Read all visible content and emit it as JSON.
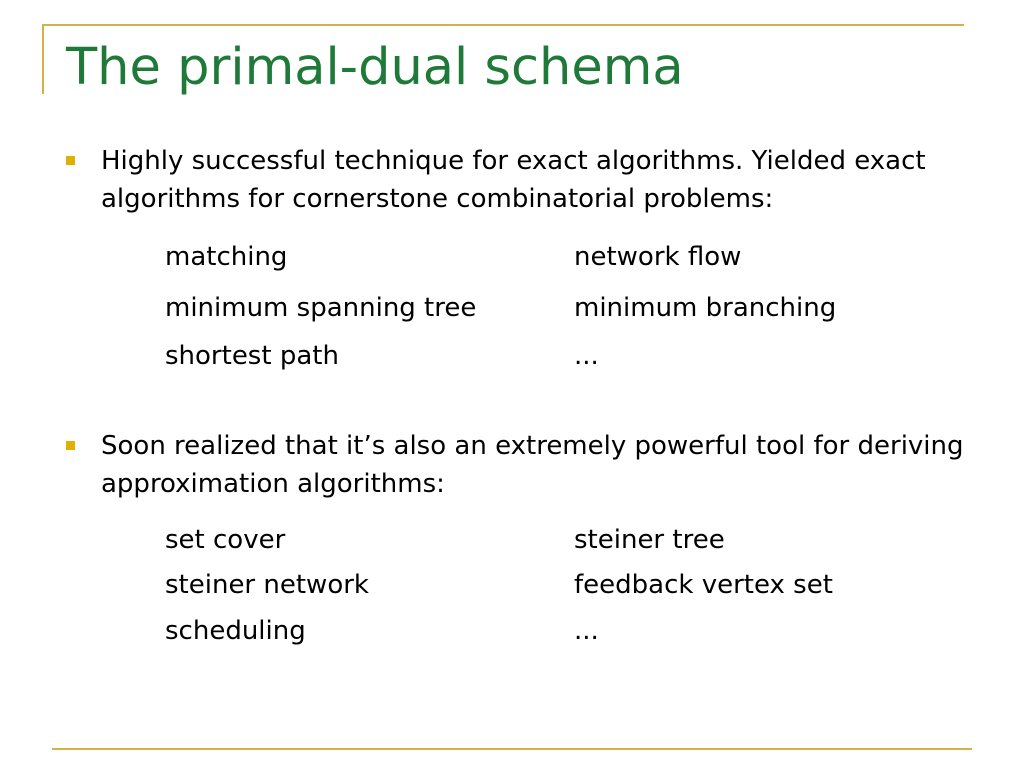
{
  "slide": {
    "title": "The primal-dual schema",
    "accent_color": "#d8b04a",
    "title_color": "#1f7a3a",
    "bullet_color": "#e0b000"
  },
  "bullets": [
    {
      "text": "Highly successful technique for exact algorithms. Yielded exact algorithms for cornerstone combinatorial problems:",
      "items": [
        [
          "matching",
          "network flow"
        ],
        [
          "minimum spanning tree",
          "minimum branching"
        ],
        [
          "shortest path",
          "..."
        ]
      ]
    },
    {
      "text": "Soon realized that it’s also an extremely powerful tool for deriving approximation algorithms:",
      "items": [
        [
          "set cover",
          "steiner tree"
        ],
        [
          "steiner network",
          "feedback vertex set"
        ],
        [
          "scheduling",
          "..."
        ]
      ]
    }
  ]
}
